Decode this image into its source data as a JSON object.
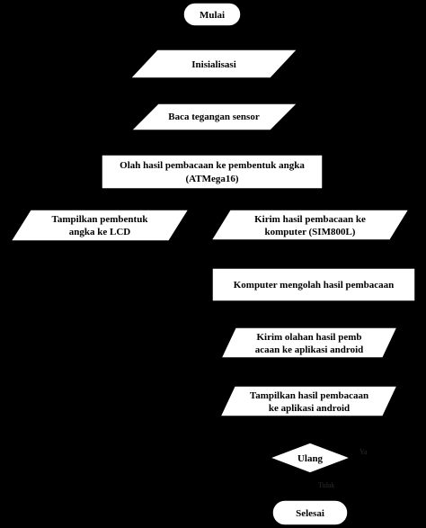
{
  "flowchart": {
    "start": "Mulai",
    "init": "Inisialisasi",
    "read_voltage": "Baca tegangan sensor",
    "process_line1": "Olah hasil pembacaan ke pembentuk angka",
    "process_line2": "(ATMega16)",
    "lcd_line1": "Tampilkan pembentuk",
    "lcd_line2": "angka ke LCD",
    "send_line1": "Kirim hasil pembacaan ke",
    "send_line2": "komputer (SIM800L)",
    "computer": "Komputer mengolah hasil pembacaan",
    "send_app_line1": "Kirim olahan hasil pemb",
    "send_app_line2": "acaan ke aplikasi android",
    "show_app_line1": "Tampilkan hasil pembacaan",
    "show_app_line2": "ke aplikasi android",
    "decision": "Ulang",
    "yes_label": "Ya",
    "no_label": "Tidak",
    "end": "Selesai"
  }
}
